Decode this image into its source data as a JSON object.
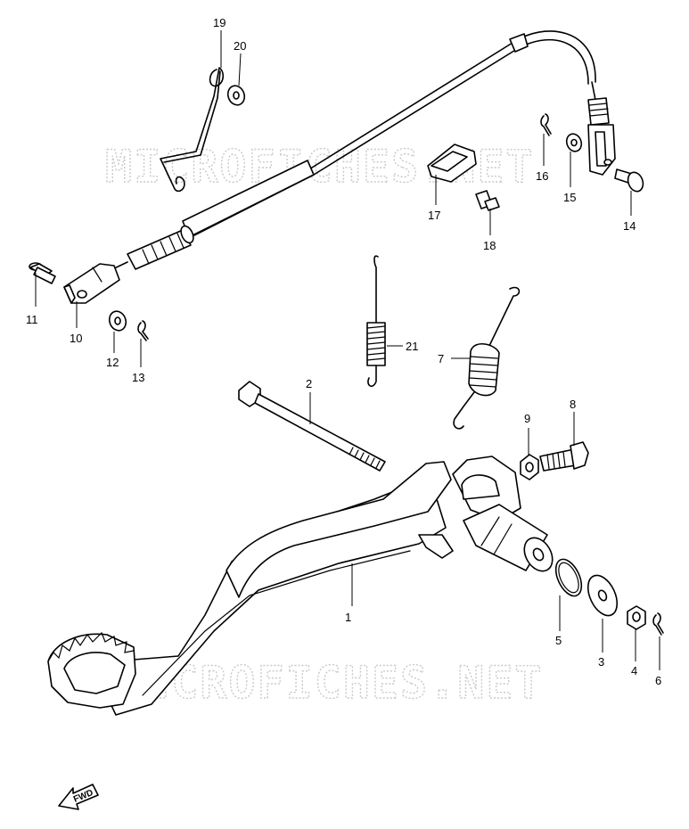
{
  "watermark": {
    "text": "MICROFICHES.NET"
  },
  "direction_badge": {
    "text": "FWD"
  },
  "callouts": [
    {
      "id": "c1",
      "number": "1"
    },
    {
      "id": "c2",
      "number": "2"
    },
    {
      "id": "c3",
      "number": "3"
    },
    {
      "id": "c4",
      "number": "4"
    },
    {
      "id": "c5",
      "number": "5"
    },
    {
      "id": "c6",
      "number": "6"
    },
    {
      "id": "c7",
      "number": "7"
    },
    {
      "id": "c8",
      "number": "8"
    },
    {
      "id": "c9",
      "number": "9"
    },
    {
      "id": "c10",
      "number": "10"
    },
    {
      "id": "c11",
      "number": "11"
    },
    {
      "id": "c12",
      "number": "12"
    },
    {
      "id": "c13",
      "number": "13"
    },
    {
      "id": "c14",
      "number": "14"
    },
    {
      "id": "c15",
      "number": "15"
    },
    {
      "id": "c16",
      "number": "16"
    },
    {
      "id": "c17",
      "number": "17"
    },
    {
      "id": "c18",
      "number": "18"
    },
    {
      "id": "c19",
      "number": "19"
    },
    {
      "id": "c20",
      "number": "20"
    },
    {
      "id": "c21",
      "number": "21"
    }
  ]
}
